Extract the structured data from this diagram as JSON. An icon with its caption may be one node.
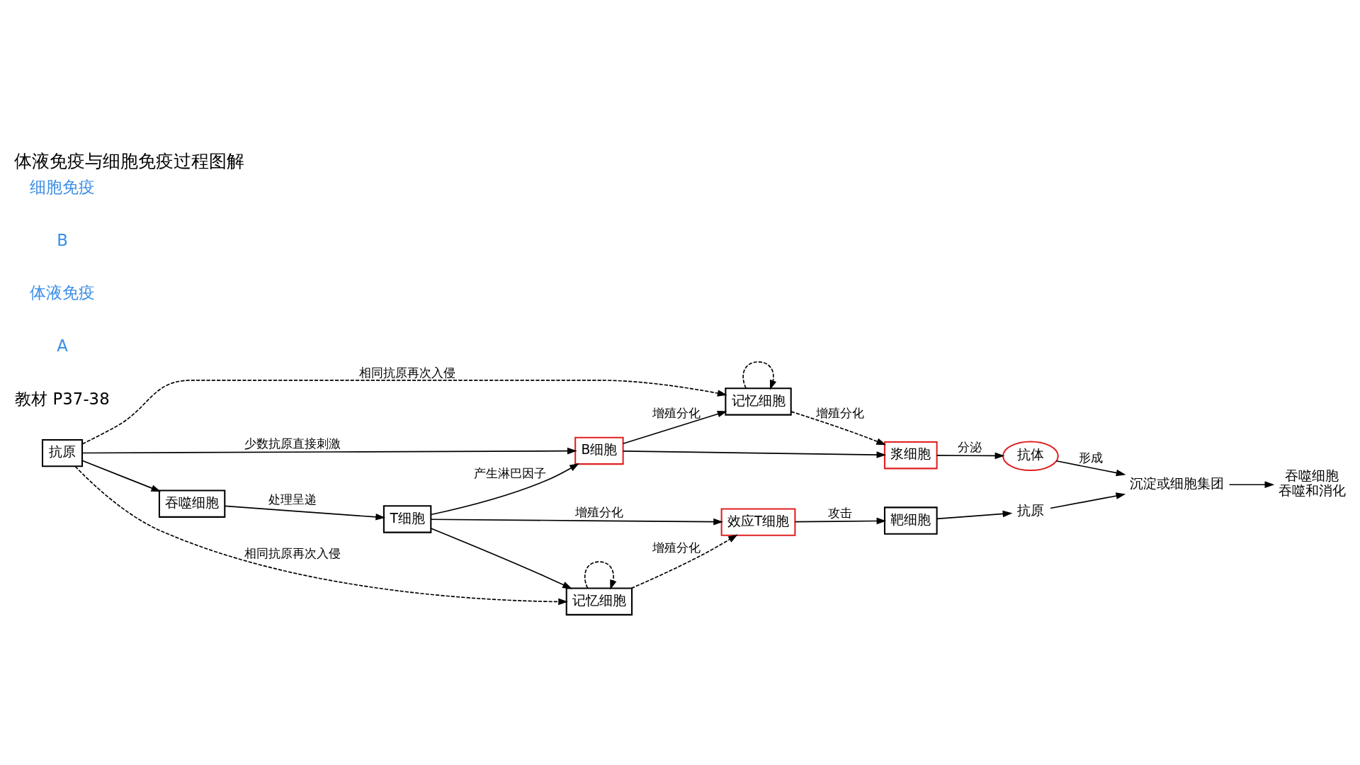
{
  "diagram": {
    "title": "体液免疫与细胞免疫过程图解",
    "nodes": [
      {
        "text": [
          "抗原"
        ]
      },
      {
        "text": [
          "吞噬细胞"
        ]
      },
      {
        "text": [
          "T细胞"
        ]
      },
      {
        "text": [
          "B细胞"
        ]
      },
      {
        "text": [
          "记忆细胞"
        ]
      },
      {
        "text": [
          "浆细胞"
        ]
      },
      {
        "text": [
          "抗体"
        ]
      },
      {
        "text": [
          "效应T细胞"
        ]
      },
      {
        "text": [
          "靶细胞"
        ]
      },
      {
        "text": [
          "抗原"
        ]
      },
      {
        "text": [
          "记忆细胞"
        ]
      },
      {
        "text": [
          "沉淀或细胞集团"
        ]
      },
      {
        "text": [
          "吞噬细胞",
          "吞噬和消化"
        ]
      }
    ],
    "edges": [
      {
        "from": 0,
        "to": 1,
        "arrow": "to"
      },
      {
        "from": 1,
        "to": 2,
        "arrow": "to",
        "label": "处理呈递"
      },
      {
        "from": 2,
        "to": 3,
        "arrow": "to",
        "label": "产生淋巴因子"
      },
      {
        "from": 0,
        "to": 3,
        "arrow": "to",
        "label": "少数抗原直接刺激"
      },
      {
        "from": 0,
        "to": 4,
        "arrow": "to",
        "label": "相同抗原再次入侵",
        "style": "dashed"
      },
      {
        "from": 3,
        "to": 4,
        "arrow": "to",
        "label": "增殖分化"
      },
      {
        "from": 3,
        "to": 5,
        "arrow": "to"
      },
      {
        "from": 4,
        "to": 5,
        "arrow": "to",
        "label": "增殖分化",
        "style": "dashed"
      },
      {
        "from": 4,
        "to": 4,
        "arrow": "to",
        "style": "dashed"
      },
      {
        "from": 5,
        "to": 6,
        "arrow": "to",
        "label": "分泌"
      },
      {
        "from": 6,
        "to": 11,
        "arrow": "to",
        "label": "形成"
      },
      {
        "from": 9,
        "to": 11,
        "arrow": "to"
      },
      {
        "from": 2,
        "to": 7,
        "arrow": "to",
        "label": "增殖分化"
      },
      {
        "from": 2,
        "to": 10,
        "arrow": "to"
      },
      {
        "from": 10,
        "to": 7,
        "arrow": "to",
        "label": "增殖分化",
        "style": "dashed"
      },
      {
        "from": 10,
        "to": 10,
        "arrow": "to",
        "style": "dashed"
      },
      {
        "from": 0,
        "to": 10,
        "arrow": "to",
        "label": "相同抗原再次入侵",
        "style": "dashed"
      },
      {
        "from": 7,
        "to": 8,
        "arrow": "to",
        "label": "攻击"
      },
      {
        "from": 8,
        "to": 9,
        "arrow": "to"
      },
      {
        "from": 11,
        "to": 12,
        "arrow": "to"
      }
    ],
    "labels": [
      "教材 P37-38",
      "A",
      "体液免疫",
      "B",
      "细胞免疫"
    ]
  }
}
